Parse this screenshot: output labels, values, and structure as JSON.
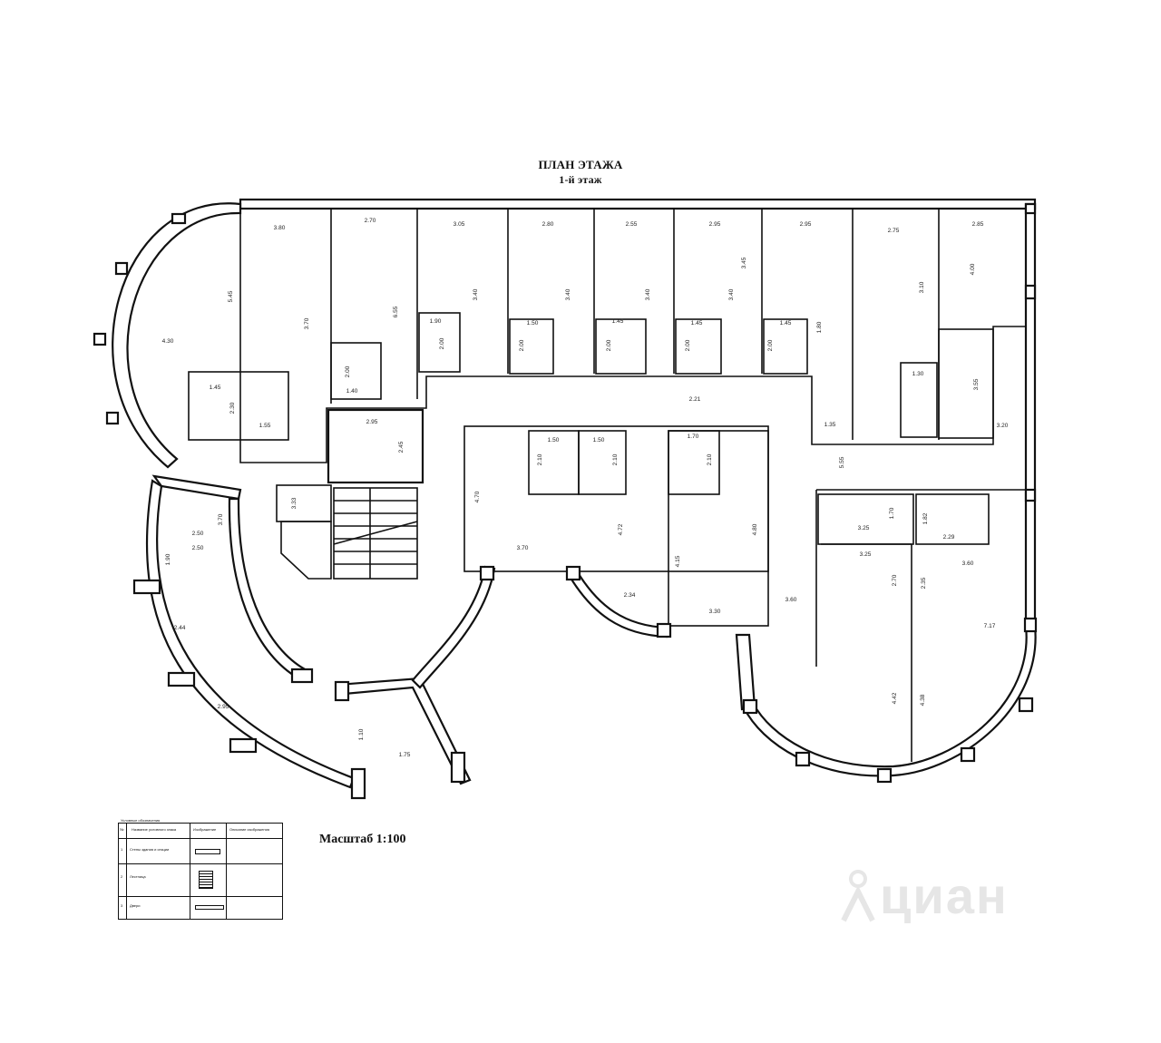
{
  "plan": {
    "title": "ПЛАН ЭТАЖА",
    "subtitle": "1-й этаж",
    "scale_label": "Масштаб 1:100"
  },
  "dimensions": [
    "3.80",
    "2.70",
    "3.05",
    "2.80",
    "2.55",
    "2.95",
    "2.95",
    "2.75",
    "2.85",
    "4.30",
    "5.45",
    "3.70",
    "6.55",
    "3.40",
    "3.40",
    "3.40",
    "3.40",
    "3.45",
    "3.10",
    "4.00",
    "1.90",
    "1.50",
    "1.45",
    "1.45",
    "1.45",
    "2.00",
    "2.00",
    "2.00",
    "2.00",
    "2.00",
    "1.45",
    "2.30",
    "1.55",
    "2.00",
    "1.40",
    "2.95",
    "2.45",
    "1.80",
    "1.35",
    "1.30",
    "3.55",
    "3.20",
    "1.50",
    "1.50",
    "1.70",
    "2.10",
    "2.10",
    "2.10",
    "4.70",
    "3.70",
    "4.72",
    "4.15",
    "4.80",
    "3.30",
    "2.34",
    "3.25",
    "1.70",
    "1.82",
    "2.29",
    "3.25",
    "2.70",
    "2.35",
    "3.60",
    "7.17",
    "4.42",
    "4.38",
    "3.60",
    "2.50",
    "2.50",
    "3.70",
    "2.44",
    "2.95",
    "1.90",
    "1.75",
    "1.10",
    "3.33",
    "5.55",
    "2.21"
  ],
  "legend": {
    "caption": "Условные обозначения",
    "headers": [
      "№",
      "Название условного знака",
      "Изображение",
      "Описание изображения"
    ],
    "rows": [
      {
        "num": "1",
        "name": "Стены здания и секции"
      },
      {
        "num": "2",
        "name": "Лестница"
      },
      {
        "num": "3",
        "name": "Двери"
      }
    ]
  },
  "watermark": {
    "text": "циан"
  }
}
